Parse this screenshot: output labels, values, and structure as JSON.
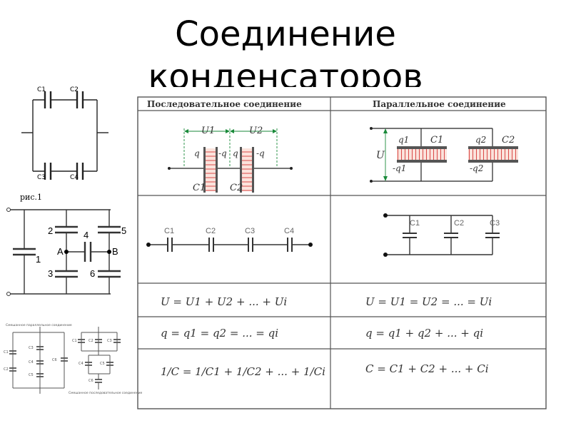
{
  "title": {
    "line1": "Соединение",
    "line2": "конденсаторов"
  },
  "fig_top_left": {
    "c1": "C1",
    "c2": "C2",
    "c3": "C3",
    "c4": "C4"
  },
  "fig_middle_left": {
    "caption": "рис.1",
    "n1": "1",
    "n2": "2",
    "n3": "3",
    "n4": "4",
    "n5": "5",
    "n6": "6",
    "a": "A",
    "b": "B"
  },
  "fig_bottom_left": {
    "caption_top": "Смешанное параллельное соединение",
    "caption_bottom": "Смешанное последовательное соединение",
    "labels": [
      "C1",
      "C2",
      "C3",
      "C4",
      "C5",
      "C6"
    ]
  },
  "table": {
    "header_series": "Последовательное соединение",
    "header_parallel": "Параллельное соединение",
    "series_diagram": {
      "u1": "U1",
      "u2": "U2",
      "q": "q",
      "mq": "-q",
      "c1": "C1",
      "c2": "C2"
    },
    "parallel_diagram": {
      "u": "U",
      "q1": "q1",
      "mq1": "-q1",
      "q2": "q2",
      "mq2": "-q2",
      "c1": "C1",
      "c2": "C2"
    },
    "series_chain": [
      "C1",
      "C2",
      "C3",
      "C4"
    ],
    "parallel_chain": [
      "C1",
      "C2",
      "C3"
    ],
    "formulas": {
      "series_u": "U = U1 + U2 + ... + Ui",
      "parallel_u": "U = U1 = U2 = ... = Ui",
      "series_q": "q = q1 = q2 = ... = qi",
      "parallel_q": "q = q1 + q2 + ... + qi",
      "series_c": "1/C = 1/C1 + 1/C2 + ... + 1/Ci",
      "parallel_c": "C = C1 + C2 + ... + Ci"
    }
  },
  "colors": {
    "line": "#222222",
    "grid": "#555555",
    "accent_red": "#d22222",
    "accent_green": "#1a8a3a",
    "hatch": "#f3b7a8"
  }
}
